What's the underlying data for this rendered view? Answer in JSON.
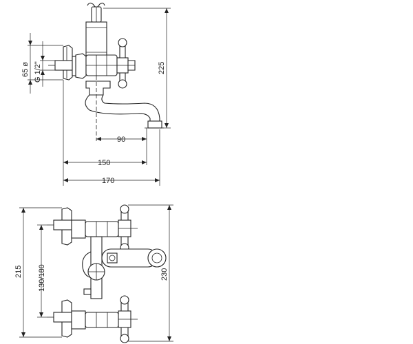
{
  "top_view": {
    "dim_flange": "65 ø",
    "dim_thread": "G 1/2\"",
    "dim_height": "225",
    "dim_90": "90",
    "dim_150": "150",
    "dim_170": "170"
  },
  "bottom_view": {
    "dim_215": "215",
    "dim_center": "130/180",
    "dim_230": "230"
  }
}
